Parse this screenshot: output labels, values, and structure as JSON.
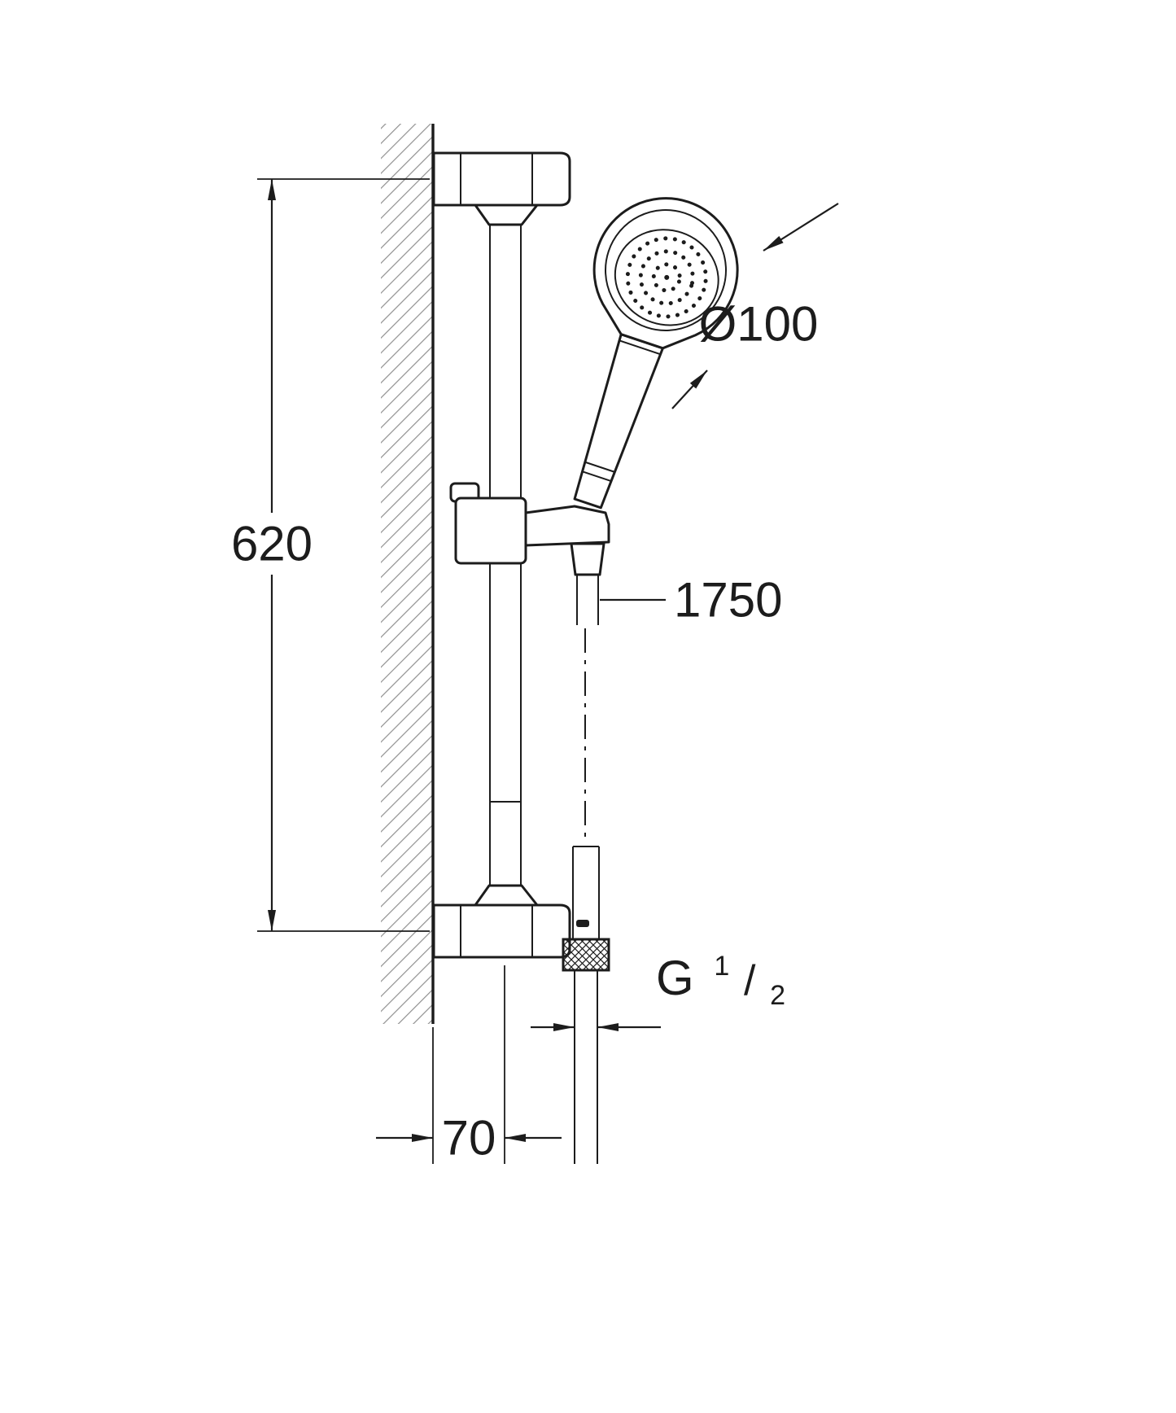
{
  "colors": {
    "line_color": "#1c1c1c",
    "hatch_color": "#909090",
    "background": "#ffffff"
  },
  "labels": {
    "rail_length": "620",
    "head_diameter": "Ø100",
    "hose_length": "1750",
    "wall_distance": "70",
    "thread": {
      "prefix": "G",
      "numerator": "1",
      "slash": "/",
      "denominator": "2"
    }
  }
}
